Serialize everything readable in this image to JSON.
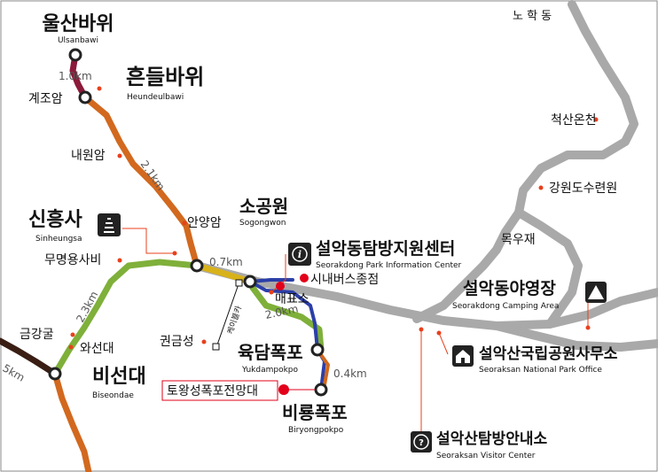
{
  "colors": {
    "road": "#a9a9a9",
    "trail_orange": "#d2691e",
    "trail_dark_red": "#8b1a3a",
    "trail_green": "#7fb03a",
    "trail_yellow": "#d8b21a",
    "trail_blue": "#2c3fa8",
    "trail_dark": "#3a1e14",
    "poi_dot": "#e8401c",
    "marker_red": "#e2001a",
    "text": "#111111",
    "frame": "#888888"
  },
  "places": {
    "ulsanbawi": {
      "ko": "울산바위",
      "en": "Ulsanbawi"
    },
    "heundeulbawi": {
      "ko": "흔들바위",
      "en": "Heundeulbawi"
    },
    "gyejoam": {
      "ko": "계조암"
    },
    "naewonam": {
      "ko": "내원암"
    },
    "anyangam": {
      "ko": "안양암"
    },
    "sinheungsa": {
      "ko": "신흥사",
      "en": "Sinheungsa",
      "icon": "temple-icon"
    },
    "mumyeong": {
      "ko": "무명용사비"
    },
    "sogongwon": {
      "ko": "소공원",
      "en": "Sogongwon"
    },
    "info_center": {
      "ko": "설악동탐방지원센터",
      "en": "Seorakdong Park Information Center",
      "icon": "info-icon"
    },
    "bus_stop": {
      "ko": "시내버스종점"
    },
    "ticket": {
      "ko": "매표소"
    },
    "cable_car": {
      "ko": "케이블카"
    },
    "gwongeumseong": {
      "ko": "권금성"
    },
    "geumganggul": {
      "ko": "금강굴"
    },
    "waseondae": {
      "ko": "와선대"
    },
    "biseondae": {
      "ko": "비선대",
      "en": "Biseondae"
    },
    "yukdam": {
      "ko": "육담폭포",
      "en": "Yukdampokpo"
    },
    "towangseong": {
      "ko": "토왕성폭포전망대"
    },
    "biryong": {
      "ko": "비룡폭포",
      "en": "Biryongpokpo"
    },
    "nohakdong": {
      "ko": "노 학 동"
    },
    "cheoksan": {
      "ko": "척산온천"
    },
    "gangwon_arboretum": {
      "ko": "강원도수련원"
    },
    "mokujae": {
      "ko": "목우재"
    },
    "camping": {
      "ko": "설악동야영장",
      "en": "Seorakdong Camping Area",
      "icon": "tent-icon"
    },
    "park_office": {
      "ko": "설악산국립공원사무소",
      "en": "Seoraksan National Park Office",
      "icon": "office-icon"
    },
    "visitor_center": {
      "ko": "설악산탐방안내소",
      "en": "Seoraksan Visitor Center",
      "icon": "question-icon"
    }
  },
  "distances": {
    "ulsan_heundeul": "1.0km",
    "heundeul_anyang": "2.1km",
    "sinheung_sogong": "0.7km",
    "mumyeong_biseon": "2.3km",
    "sogong_yukdam": "2.0km",
    "yukdam_biryong": "0.4km",
    "geumgang_left": "5km"
  }
}
